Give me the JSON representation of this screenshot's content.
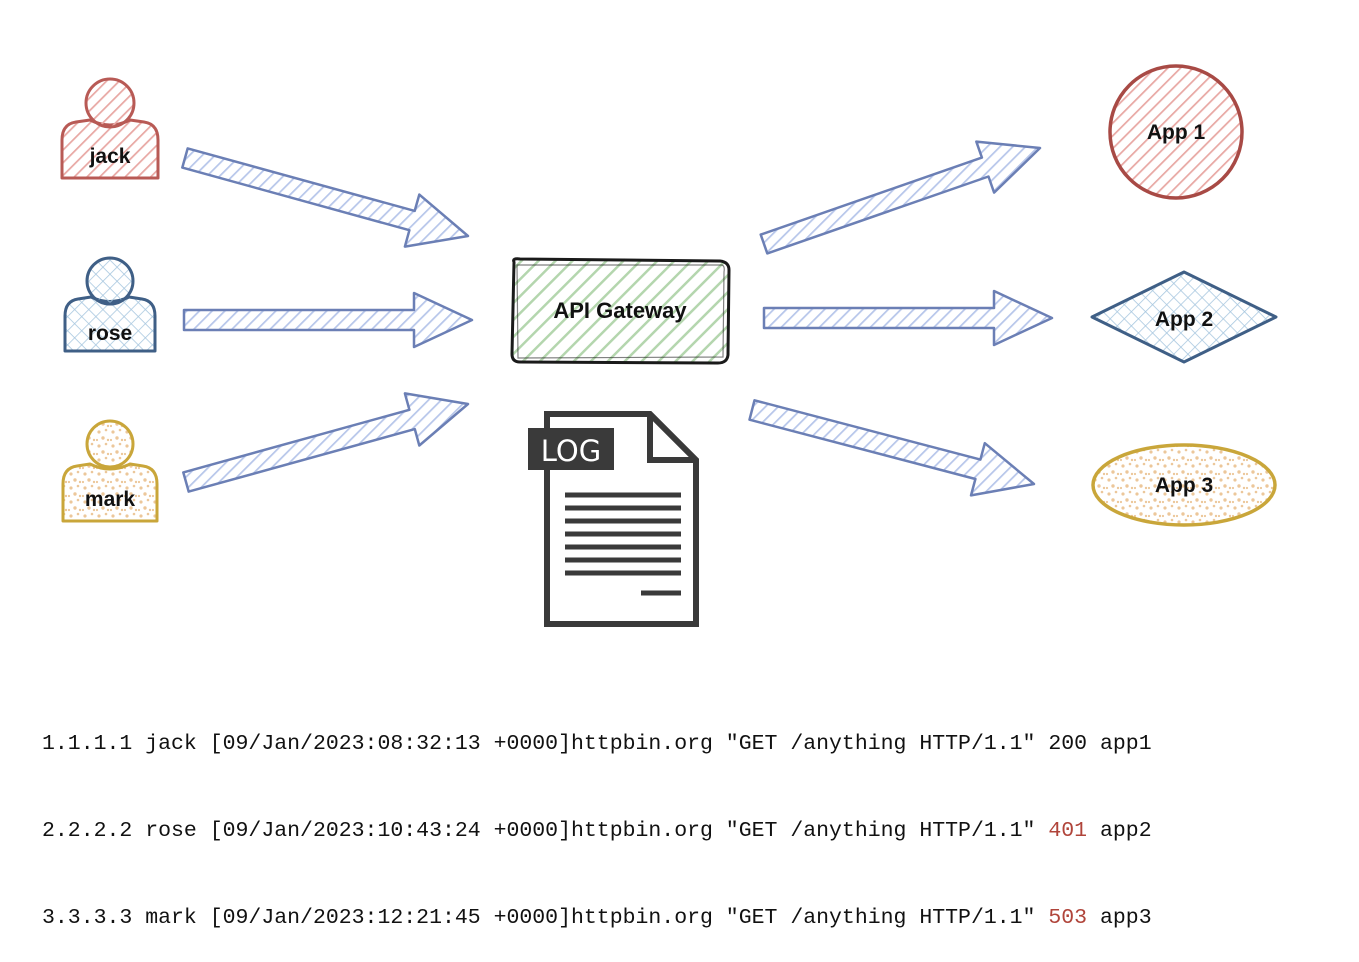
{
  "colors": {
    "jack": "#b85a55",
    "jack_fill": "#e8a8a4",
    "rose": "#3f5f86",
    "rose_fill": "#a9c8e0",
    "mark": "#c9a63a",
    "mark_fill": "#ecd6a0",
    "arrow": "#6b7fb5",
    "arrow_fill": "#b7c6ea",
    "gateway_fill": "#b4d6ae",
    "log_doc": "#3a3a3a",
    "error_status": "#b0443a"
  },
  "users": [
    {
      "name": "jack",
      "icon": "person-icon"
    },
    {
      "name": "rose",
      "icon": "person-icon"
    },
    {
      "name": "mark",
      "icon": "person-icon"
    }
  ],
  "gateway": {
    "label": "API Gateway"
  },
  "log_doc": {
    "tag": "LOG",
    "icon": "log-document-icon"
  },
  "apps": [
    {
      "label": "App 1",
      "shape": "circle"
    },
    {
      "label": "App 2",
      "shape": "diamond"
    },
    {
      "label": "App 3",
      "shape": "ellipse"
    }
  ],
  "log_entries": [
    {
      "prefix": "1.1.1.1 jack [09/Jan/2023:08:32:13 +0000]httpbin.org \"GET /anything HTTP/1.1\" ",
      "status": "200",
      "suffix": " app1",
      "error": false
    },
    {
      "prefix": "2.2.2.2 rose [09/Jan/2023:10:43:24 +0000]httpbin.org \"GET /anything HTTP/1.1\" ",
      "status": "401",
      "suffix": " app2",
      "error": true
    },
    {
      "prefix": "3.3.3.3 mark [09/Jan/2023:12:21:45 +0000]httpbin.org \"GET /anything HTTP/1.1\" ",
      "status": "503",
      "suffix": " app3",
      "error": true
    }
  ]
}
